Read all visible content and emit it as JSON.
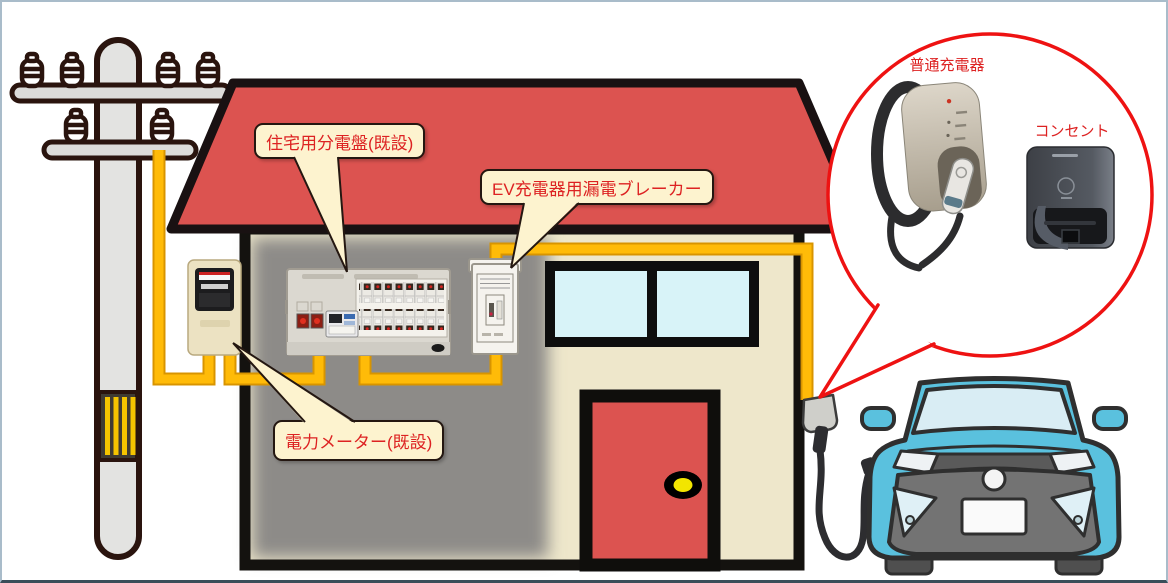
{
  "diagram": {
    "title_context": "EV home charging installation diagram",
    "callouts": {
      "distribution_board": "住宅用分電盤(既設)",
      "ev_breaker": "EV充電器用漏電ブレーカー",
      "power_meter": "電力メーター(既設)"
    },
    "bubble": {
      "charger_label": "普通充電器",
      "outlet_label": "コンセント"
    },
    "colors": {
      "roof_and_door_red": "#dc5350",
      "wall_cream": "#eee7cb",
      "interior_gray": "#8d8b88",
      "cable_yellow": "#ffbb08",
      "callout_bg": "#fdf3cf",
      "callout_text_red": "#dd2222",
      "bubble_border_red": "#ee1212",
      "car_body_blue": "#5ac1de",
      "car_bumper_gray": "#737373",
      "pole_gray": "#e3e3e1"
    }
  }
}
